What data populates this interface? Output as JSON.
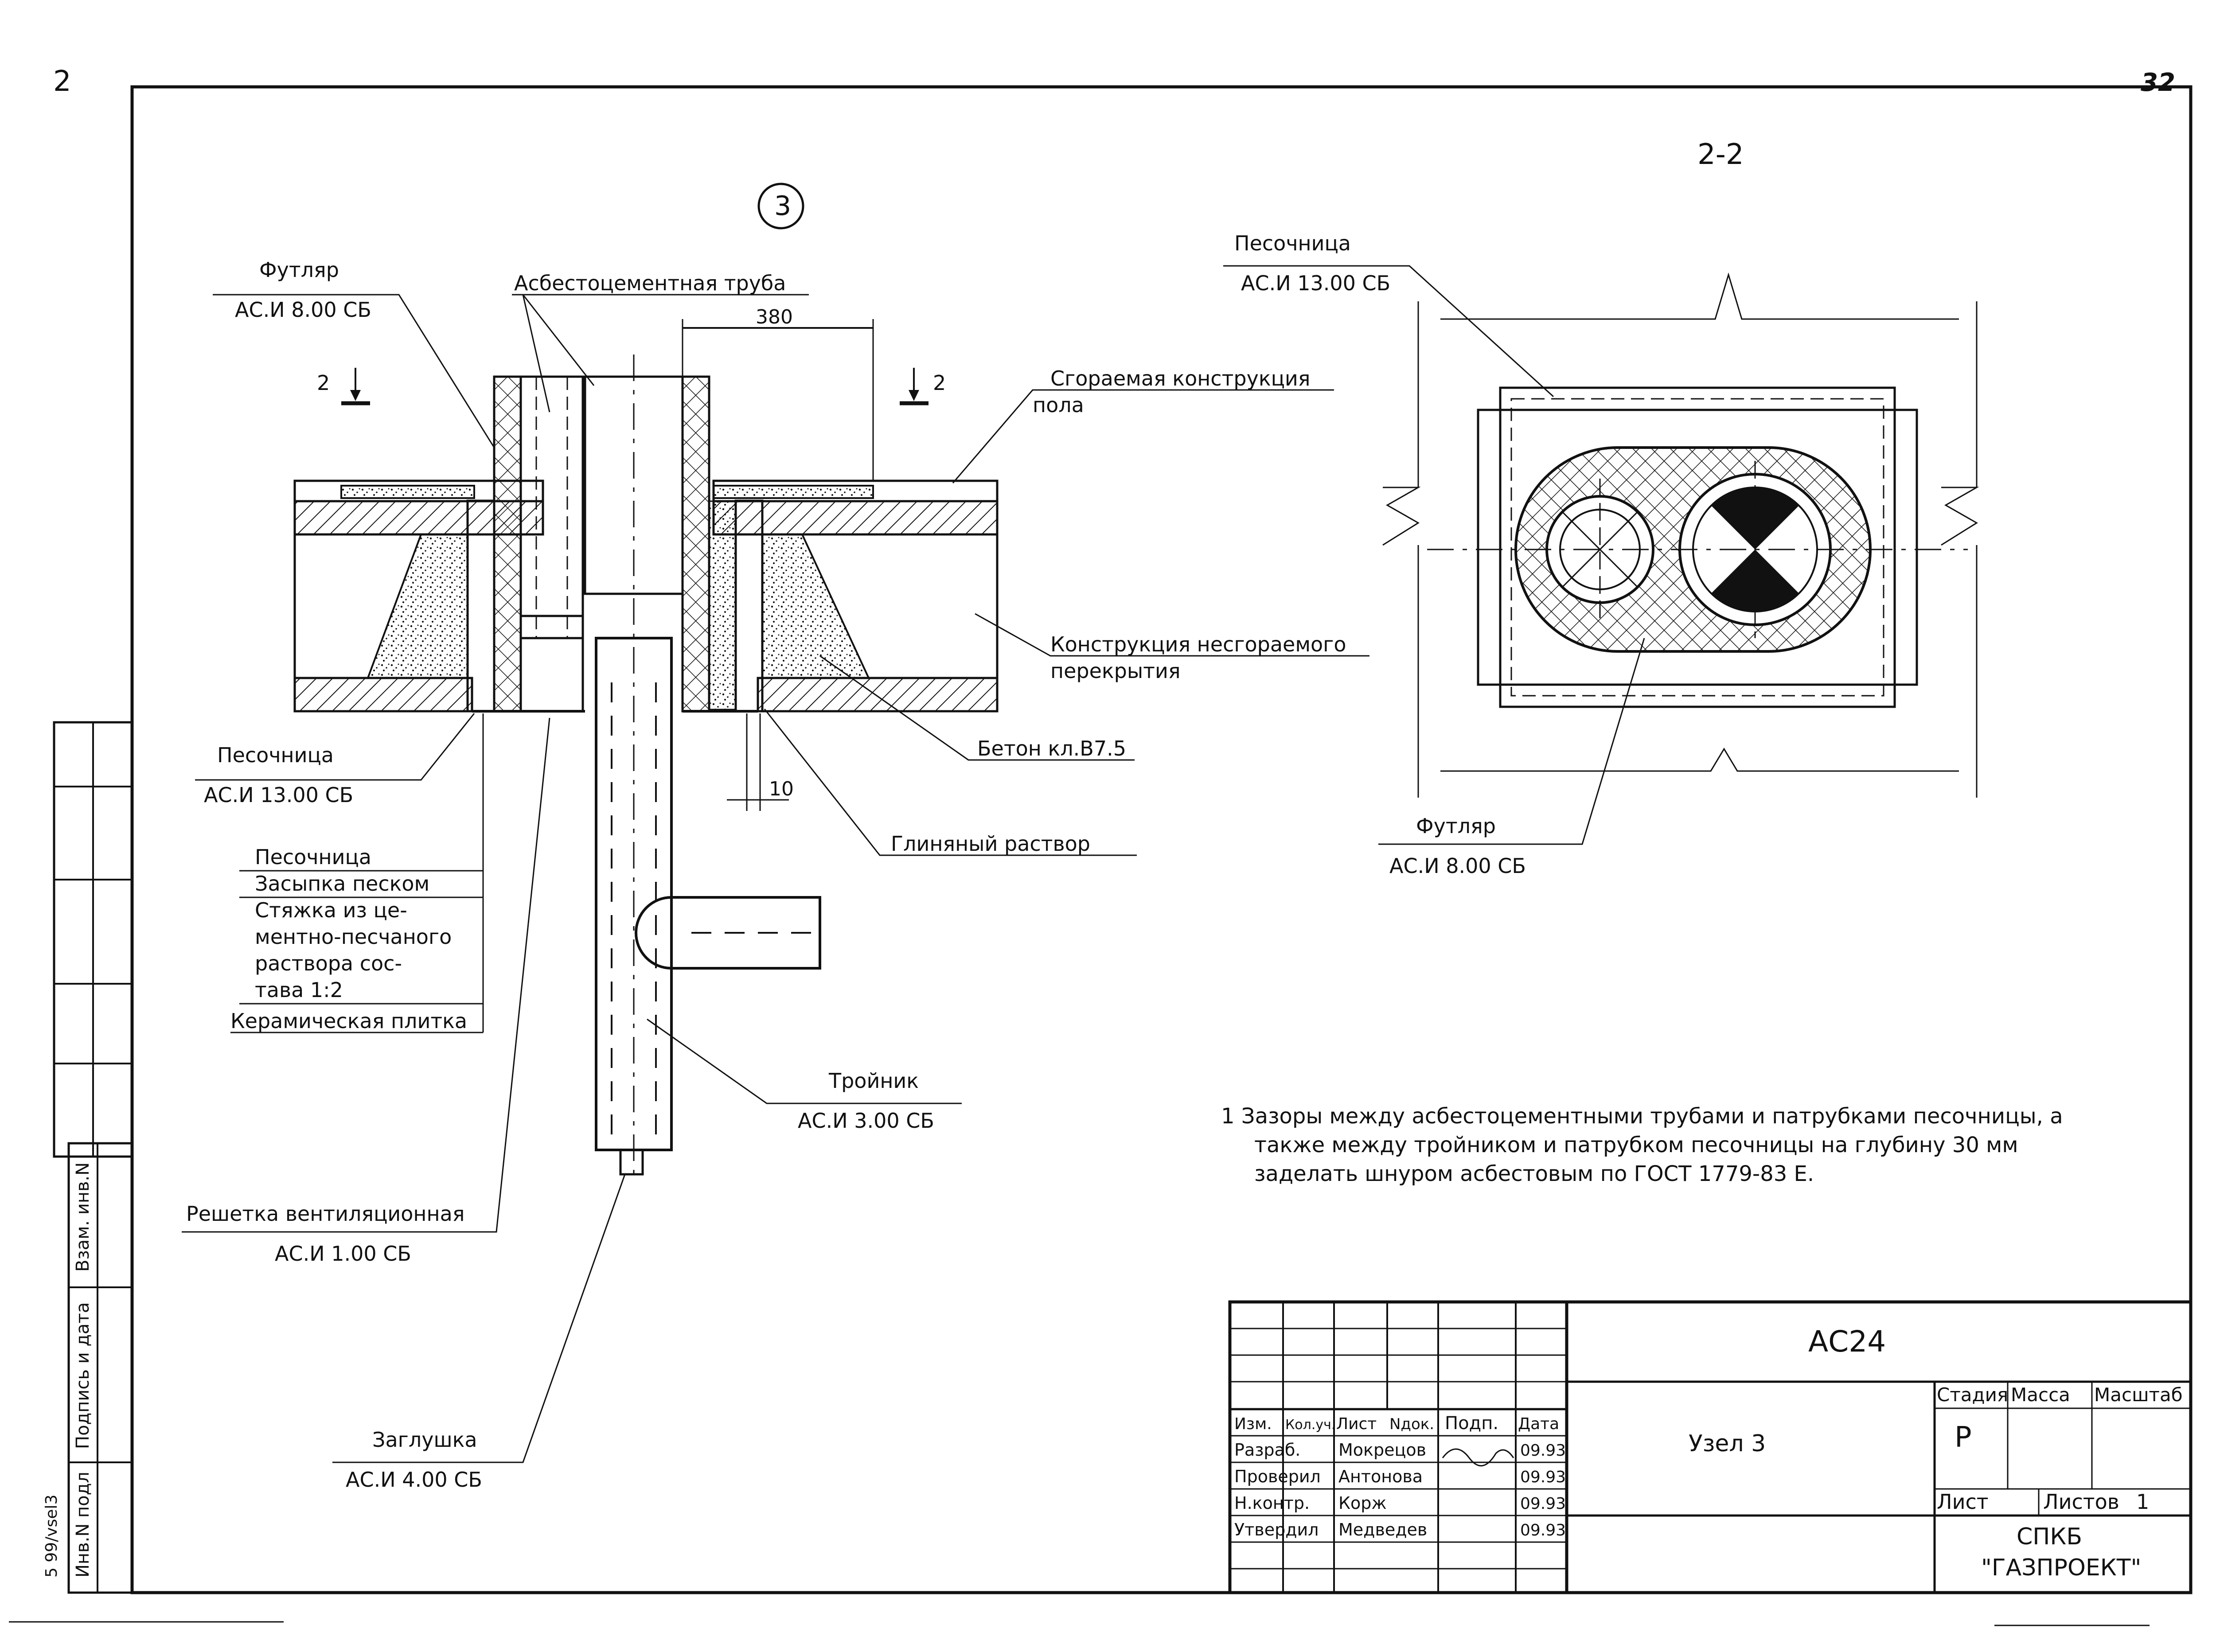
{
  "corner": {
    "left": "2",
    "right": "32"
  },
  "section_title": "2-2",
  "node_marker": "3",
  "section_marks": [
    "2",
    "2"
  ],
  "left_view": {
    "futlyar": {
      "name": "Футляр",
      "code": "АС.И 8.00 СБ"
    },
    "asbest_pipe": "Асбестоцементная труба",
    "dim_380": "380",
    "dim_10": "10",
    "floor": [
      "Сгораемая конструкция",
      "пола"
    ],
    "slab": [
      "Конструкция несгораемого",
      "перекрытия"
    ],
    "concrete": "Бетон кл.В7.5",
    "clay": "Глиняный раствор",
    "sandbox": {
      "name": "Песочница",
      "code": "АС.И 13.00 СБ"
    },
    "legend": [
      "Песочница",
      "Засыпка песком",
      "Стяжка из це-",
      "ментно-песчаного",
      "раствора сос-",
      "тава 1:2",
      "Керамическая плитка"
    ],
    "tee": {
      "name": "Тройник",
      "code": "АС.И 3.00 СБ"
    },
    "grille": {
      "name": "Решетка вентиляционная",
      "code": "АС.И 1.00 СБ"
    },
    "plug": {
      "name": "Заглушка",
      "code": "АС.И 4.00 СБ"
    }
  },
  "right_view": {
    "sandbox": {
      "name": "Песочница",
      "code": "АС.И 13.00 СБ"
    },
    "futlyar": {
      "name": "Футляр",
      "code": "АС.И 8.00 СБ"
    }
  },
  "note": [
    "1 Зазоры между асбестоцементными трубами и патрубками песочницы, а",
    "также между тройником и патрубком песочницы на глубину 30 мм",
    "заделать шнуром асбестовым по ГОСТ 1779-83 Е."
  ],
  "side_stamp": [
    "Взам. инв.N",
    "Подпись и дата",
    "Инв.N подл"
  ],
  "archive_mark": "5 99/vsel3",
  "title_block": {
    "code": "АС24",
    "title": "Узел 3",
    "header": [
      "Изм.",
      "Кол.уч.",
      "Лист",
      "Nдок.",
      "Подп.",
      "Дата"
    ],
    "rows": [
      {
        "role": "Разраб.",
        "name": "Мокрецов",
        "date": "09.93"
      },
      {
        "role": "Проверил",
        "name": "Антонова",
        "date": "09.93"
      },
      {
        "role": "Н.контр.",
        "name": "Корж",
        "date": "09.93"
      },
      {
        "role": "Утвердил",
        "name": "Медведев",
        "date": "09.93"
      }
    ],
    "stage_label": "Стадия",
    "mass_label": "Масса",
    "scale_label": "Масштаб",
    "stage": "Р",
    "sheet_label": "Лист",
    "sheets_label": "Листов",
    "sheets": "1",
    "org": [
      "СПКБ",
      "\"ГАЗПРОЕКТ\""
    ]
  },
  "colors": {
    "ink": "#111111",
    "paper": "#ffffff"
  }
}
